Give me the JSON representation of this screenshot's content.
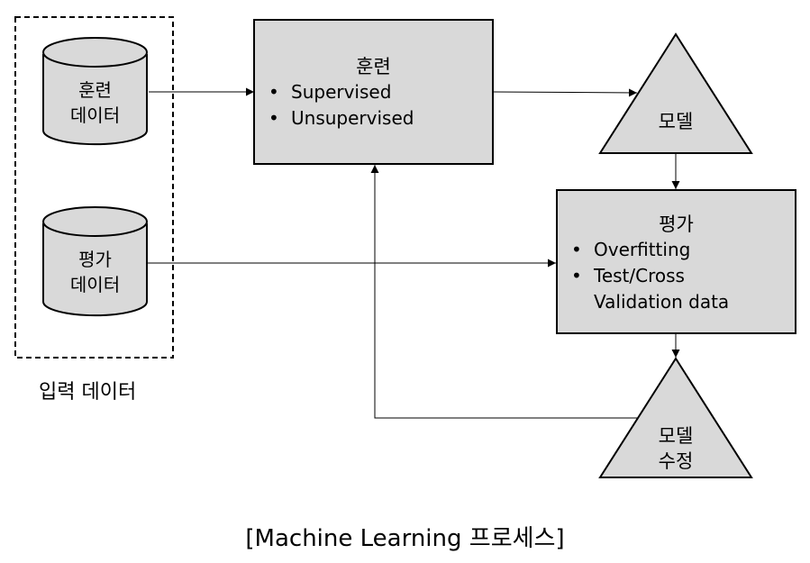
{
  "input_group": {
    "caption": "입력 데이터",
    "train_data": [
      "훈련",
      "데이터"
    ],
    "eval_data": [
      "평가",
      "데이터"
    ]
  },
  "train_box": {
    "title": "훈련",
    "bullets": [
      "Supervised",
      "Unsupervised"
    ]
  },
  "model": {
    "label": "모델"
  },
  "eval_box": {
    "title": "평가",
    "bullets": [
      "Overfitting",
      "Test/Cross",
      "Validation data"
    ]
  },
  "model_revise": {
    "label": [
      "모델",
      "수정"
    ]
  },
  "caption": "[Machine Learning 프로세스]"
}
